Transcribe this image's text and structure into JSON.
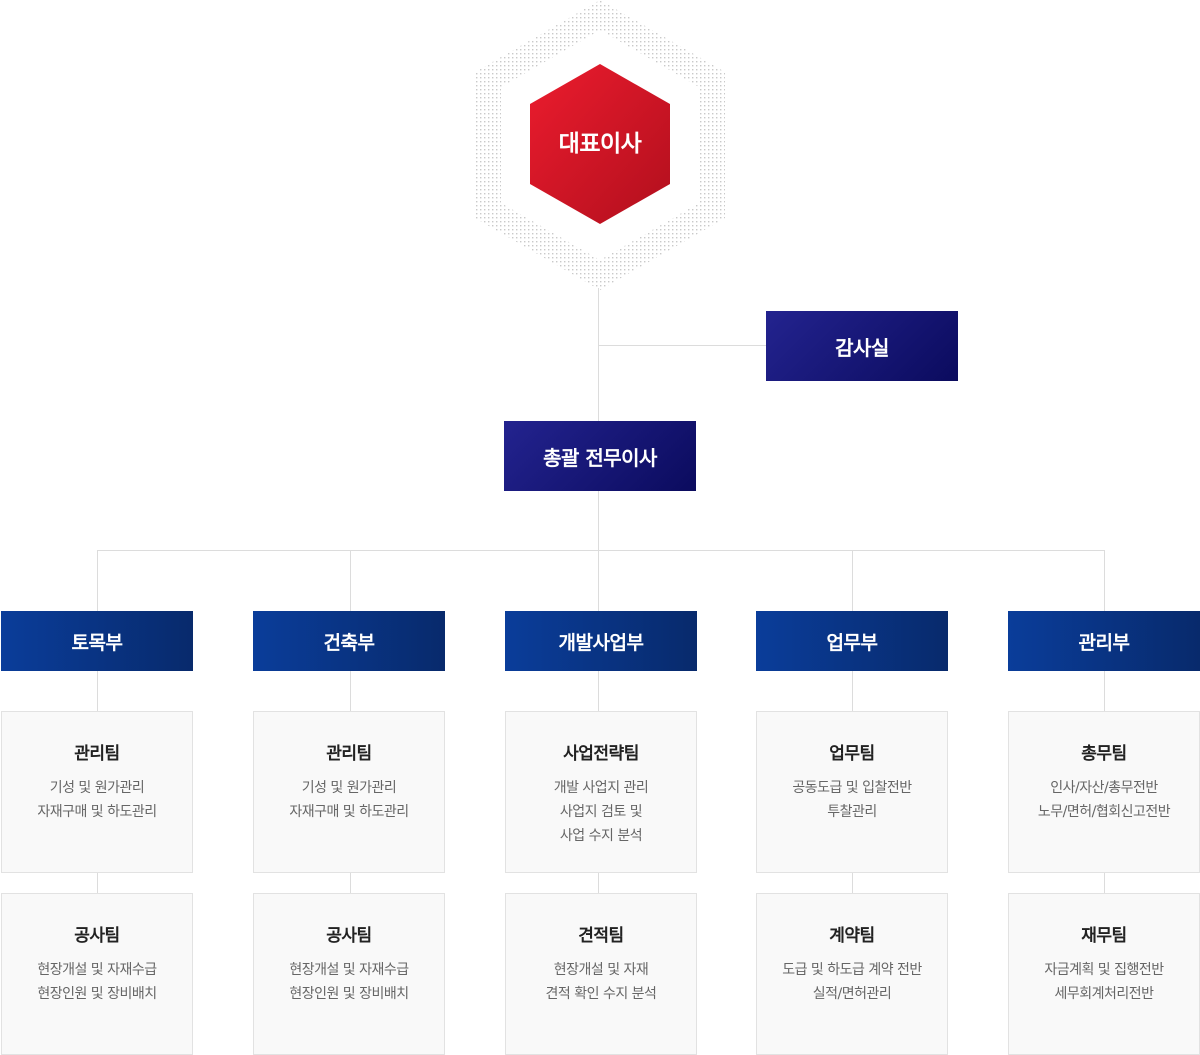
{
  "ceo": {
    "label": "대표이사"
  },
  "audit": {
    "label": "감사실"
  },
  "executive": {
    "label": "총괄 전무이사"
  },
  "colors": {
    "ceo_red": "#d8192a",
    "navy": "#14147a",
    "dept_blue": "#0a3d9a"
  },
  "departments": [
    {
      "name": "토목부",
      "teams": [
        {
          "name": "관리팀",
          "lines": [
            "기성 및 원가관리",
            "자재구매 및 하도관리"
          ]
        },
        {
          "name": "공사팀",
          "lines": [
            "현장개설 및 자재수급",
            "현장인원 및 장비배치"
          ]
        }
      ]
    },
    {
      "name": "건축부",
      "teams": [
        {
          "name": "관리팀",
          "lines": [
            "기성 및 원가관리",
            "자재구매 및 하도관리"
          ]
        },
        {
          "name": "공사팀",
          "lines": [
            "현장개설 및 자재수급",
            "현장인원 및 장비배치"
          ]
        }
      ]
    },
    {
      "name": "개발사업부",
      "teams": [
        {
          "name": "사업전략팀",
          "lines": [
            "개발 사업지 관리",
            "사업지 검토 및",
            "사업 수지 분석"
          ]
        },
        {
          "name": "견적팀",
          "lines": [
            "현장개설 및 자재",
            "견적 확인 수지 분석"
          ]
        }
      ]
    },
    {
      "name": "업무부",
      "teams": [
        {
          "name": "업무팀",
          "lines": [
            "공동도급 및 입찰전반",
            "투찰관리"
          ]
        },
        {
          "name": "계약팀",
          "lines": [
            "도급 및 하도급 계약 전반",
            "실적/면허관리"
          ]
        }
      ]
    },
    {
      "name": "관리부",
      "teams": [
        {
          "name": "총무팀",
          "lines": [
            "인사/자산/총무전반",
            "노무/면허/협회신고전반"
          ]
        },
        {
          "name": "재무팀",
          "lines": [
            "자금계획 및 집행전반",
            "세무회계처리전반"
          ]
        }
      ]
    }
  ]
}
